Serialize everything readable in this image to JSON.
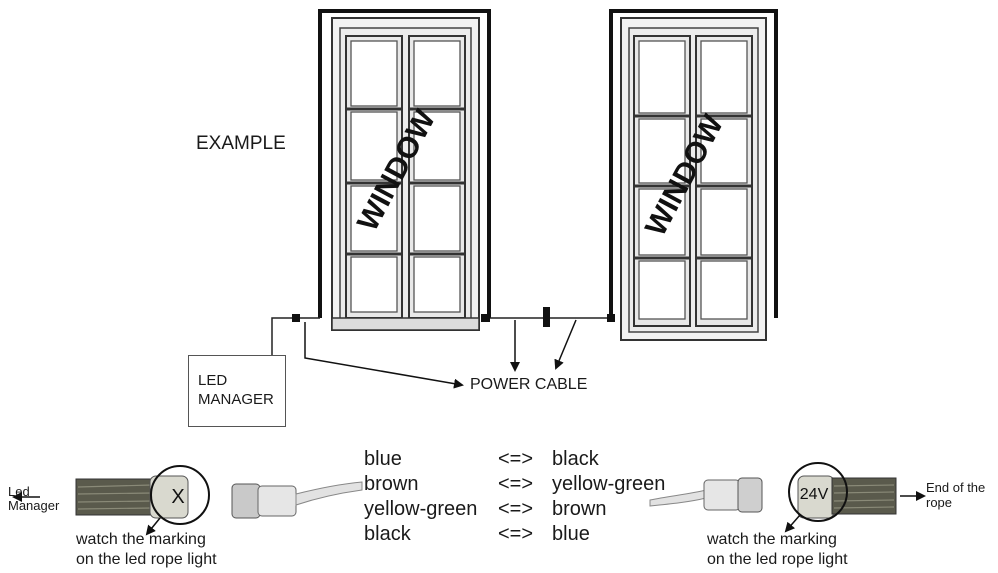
{
  "labels": {
    "example": "EXAMPLE",
    "window_left": "WINDOW",
    "window_right": "WINDOW",
    "power_cable": "POWER CABLE",
    "led_manager_line1": "LED",
    "led_manager_line2": "MANAGER"
  },
  "wire_map": [
    {
      "from": "blue",
      "arrow": "<=>",
      "to": "black"
    },
    {
      "from": "brown",
      "arrow": "<=>",
      "to": "yellow-green"
    },
    {
      "from": "yellow-green",
      "arrow": "<=>",
      "to": "brown"
    },
    {
      "from": "black",
      "arrow": "<=>",
      "to": "blue"
    }
  ],
  "connectors": {
    "left_label_line1": "Led",
    "left_label_line2": "Manager",
    "left_note_line1": "watch the marking",
    "left_note_line2": "on the led rope light",
    "left_marking": "X",
    "right_label_line1": "End of the",
    "right_label_line2": "rope",
    "right_note_line1": "watch the marking",
    "right_note_line2": "on the led rope light",
    "right_marking": "24V"
  }
}
